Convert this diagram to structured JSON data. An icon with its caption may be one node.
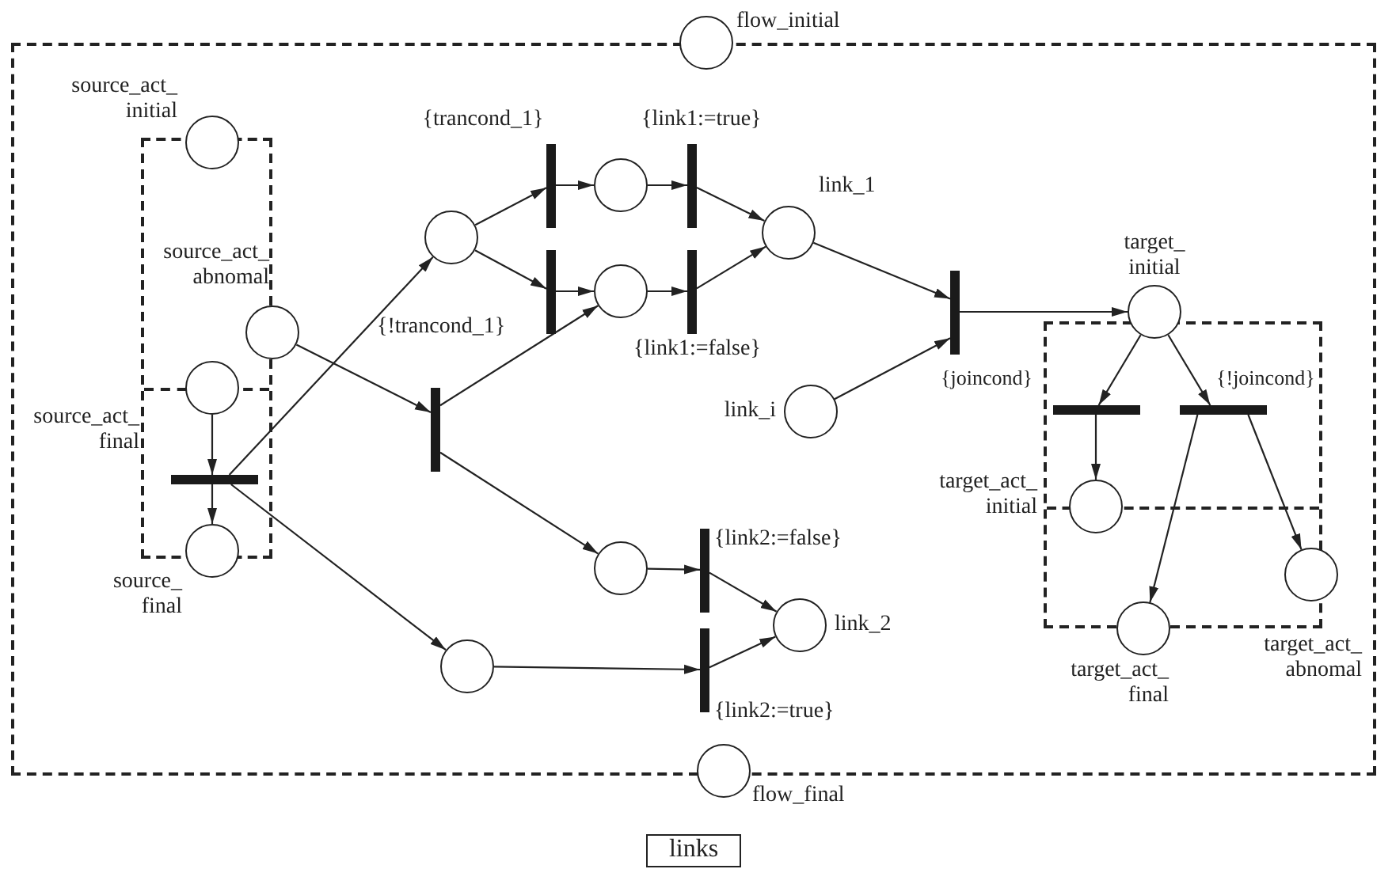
{
  "diagram": {
    "nodes": [
      {
        "text": [],
        "shape": "box"
      },
      {
        "text": [],
        "shape": "circle",
        "beside": [
          "flow_initial"
        ]
      },
      {
        "text": [],
        "shape": "box",
        "in": 0
      },
      {
        "text": [],
        "shape": "circle",
        "beside": [
          "source_act_ initial"
        ],
        "in": 0
      },
      {
        "text": [],
        "shape": "circle",
        "beside": [
          "source_act_ abnomal"
        ],
        "in": 0
      },
      {
        "text": [],
        "shape": "circle",
        "beside": [
          "source_act_ final"
        ],
        "in": 2
      },
      {
        "text": [],
        "shape": "bar",
        "in": 2
      },
      {
        "text": [],
        "shape": "circle",
        "beside": [
          "source_ final"
        ],
        "in": 0
      },
      {
        "text": [],
        "shape": "circle",
        "in": 0
      },
      {
        "text": [],
        "shape": "bar",
        "beside": [
          "{trancond_1}"
        ],
        "in": 0
      },
      {
        "text": [],
        "shape": "bar",
        "in": 0
      },
      {
        "text": [],
        "shape": "circle",
        "in": 0
      },
      {
        "text": [],
        "shape": "circle",
        "in": 0
      },
      {
        "text": [],
        "shape": "bar",
        "beside": [
          "{link1:=true}"
        ],
        "in": 0
      },
      {
        "text": [],
        "shape": "bar",
        "beside": [
          "{link1:=false}"
        ],
        "in": 0
      },
      {
        "text": [],
        "shape": "circle",
        "beside": [
          "link_1"
        ],
        "in": 0
      },
      {
        "text": [],
        "shape": "bar",
        "beside": [
          "{!trancond_1}"
        ],
        "in": 0
      },
      {
        "text": [],
        "shape": "circle",
        "beside": [
          "link_i"
        ],
        "in": 0
      },
      {
        "text": [],
        "shape": "bar",
        "beside": [
          "{joincond}"
        ],
        "in": 0
      },
      {
        "text": [],
        "shape": "circle",
        "beside": [
          "target_ initial"
        ],
        "in": 0
      },
      {
        "text": [],
        "shape": "box",
        "in": 0
      },
      {
        "text": [],
        "shape": "bar",
        "in": 20
      },
      {
        "text": [],
        "shape": "bar",
        "beside": [
          "{!joincond}"
        ],
        "in": 20
      },
      {
        "text": [],
        "shape": "circle",
        "beside": [
          "target_act_ initial"
        ],
        "in": 20
      },
      {
        "text": [],
        "shape": "circle",
        "beside": [
          "target_act_ abnomal"
        ],
        "in": 0
      },
      {
        "text": [],
        "shape": "circle",
        "beside": [
          "target_act_ final"
        ],
        "in": 0
      },
      {
        "text": [],
        "shape": "circle",
        "in": 0
      },
      {
        "text": [],
        "shape": "bar",
        "beside": [
          "{link2:=false}"
        ],
        "in": 0
      },
      {
        "text": [],
        "shape": "circle",
        "beside": [
          "link_2"
        ],
        "in": 0
      },
      {
        "text": [],
        "shape": "circle",
        "in": 0
      },
      {
        "text": [],
        "shape": "bar",
        "beside": [
          "{link2:=true}"
        ],
        "in": 0
      },
      {
        "text": [],
        "shape": "circle",
        "beside": [
          "flow_final"
        ]
      },
      {
        "text": [
          "links"
        ]
      }
    ],
    "edges": [
      {
        "from": 5,
        "to": 6,
        "arrow": "to"
      },
      {
        "from": 6,
        "to": 7,
        "arrow": "to"
      },
      {
        "from": 6,
        "to": 8,
        "arrow": "to"
      },
      {
        "from": 6,
        "to": 29,
        "arrow": "to"
      },
      {
        "from": 4,
        "to": 16,
        "arrow": "to"
      },
      {
        "from": 16,
        "to": 12,
        "arrow": "to"
      },
      {
        "from": 16,
        "to": 26,
        "arrow": "to"
      },
      {
        "from": 8,
        "to": 9,
        "arrow": "to"
      },
      {
        "from": 8,
        "to": 10,
        "arrow": "to"
      },
      {
        "from": 9,
        "to": 11,
        "arrow": "to"
      },
      {
        "from": 10,
        "to": 12,
        "arrow": "to"
      },
      {
        "from": 11,
        "to": 13,
        "arrow": "to"
      },
      {
        "from": 12,
        "to": 14,
        "arrow": "to"
      },
      {
        "from": 13,
        "to": 15,
        "arrow": "to"
      },
      {
        "from": 14,
        "to": 15,
        "arrow": "to"
      },
      {
        "from": 15,
        "to": 18,
        "arrow": "to"
      },
      {
        "from": 17,
        "to": 18,
        "arrow": "to"
      },
      {
        "from": 18,
        "to": 19,
        "arrow": "to"
      },
      {
        "from": 19,
        "to": 21,
        "arrow": "to"
      },
      {
        "from": 19,
        "to": 22,
        "arrow": "to"
      },
      {
        "from": 21,
        "to": 23,
        "arrow": "to"
      },
      {
        "from": 22,
        "to": 25,
        "arrow": "to"
      },
      {
        "from": 22,
        "to": 24,
        "arrow": "to"
      },
      {
        "from": 26,
        "to": 27,
        "arrow": "to"
      },
      {
        "from": 29,
        "to": 30,
        "arrow": "to"
      },
      {
        "from": 27,
        "to": 28,
        "arrow": "to"
      },
      {
        "from": 30,
        "to": 28,
        "arrow": "to"
      }
    ]
  }
}
